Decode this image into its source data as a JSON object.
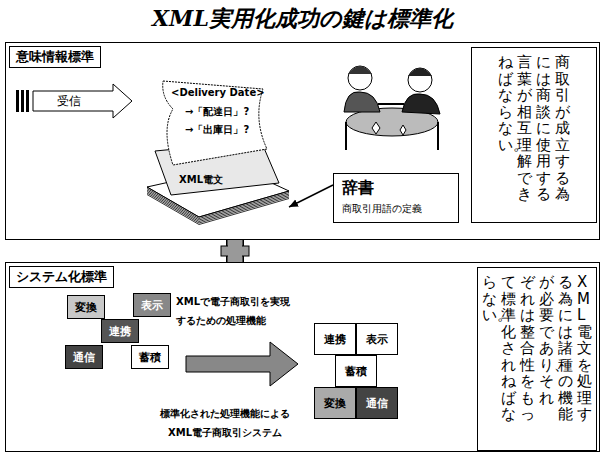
{
  "diagram": {
    "title": "XML実用化成功の鍵は標準化",
    "nodes": [
      {
        "text": [
          "意味情報標準"
        ]
      },
      {
        "text": [
          "受信"
        ],
        "in": 0
      },
      {
        "text": [
          "<Delivery Date>",
          "→「配達日」?",
          "→「出庫日」?",
          "XML電文"
        ],
        "in": 0
      },
      {
        "text": [
          "辞書",
          "商取引用語の定義"
        ],
        "in": 0
      },
      {
        "text": [
          "商取引が成立する為には商談に使用する言葉が相互理解できねばならない。"
        ],
        "in": 0
      },
      {
        "text": [
          "システム化標準"
        ]
      },
      {
        "text": [
          "変換"
        ],
        "in": 5
      },
      {
        "text": [
          "表示"
        ],
        "in": 5
      },
      {
        "text": [
          "連携"
        ],
        "in": 5
      },
      {
        "text": [
          "蓄積"
        ],
        "in": 5
      },
      {
        "text": [
          "通信"
        ],
        "in": 5
      },
      {
        "text": [
          "連携"
        ],
        "in": 5
      },
      {
        "text": [
          "表示"
        ],
        "in": 5
      },
      {
        "text": [
          "蓄積"
        ],
        "in": 5
      },
      {
        "text": [
          "変換"
        ],
        "in": 5
      },
      {
        "text": [
          "通信"
        ],
        "in": 5
      },
      {
        "text": [
          "XML電文を処理する為には諸種の機能が必要であり、それぞれは整合性をもって標準化されねばならない。"
        ],
        "in": 5
      }
    ],
    "edges": [
      {
        "from": 3,
        "to": 2,
        "arrow": "to"
      },
      {
        "from": 0,
        "to": 5,
        "arrow": "none"
      }
    ],
    "labels": [
      "XMLで電子商取引を実現 するための処理機能",
      "標準化された処理機能による XML電子商取引システム"
    ]
  }
}
